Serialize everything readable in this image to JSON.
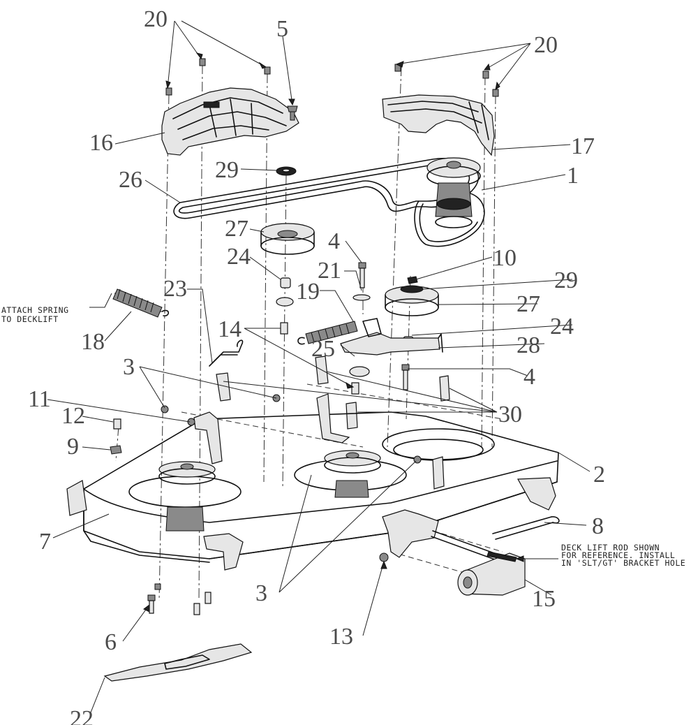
{
  "callouts": [
    {
      "id": "c20a",
      "text": "20"
    },
    {
      "id": "c5",
      "text": "5"
    },
    {
      "id": "c20b",
      "text": "20"
    },
    {
      "id": "c16",
      "text": "16"
    },
    {
      "id": "c17",
      "text": "17"
    },
    {
      "id": "c29a",
      "text": "29"
    },
    {
      "id": "c26",
      "text": "26"
    },
    {
      "id": "c1",
      "text": "1"
    },
    {
      "id": "c27a",
      "text": "27"
    },
    {
      "id": "c24a",
      "text": "24"
    },
    {
      "id": "c4a",
      "text": "4"
    },
    {
      "id": "c10",
      "text": "10"
    },
    {
      "id": "c21",
      "text": "21"
    },
    {
      "id": "c29b",
      "text": "29"
    },
    {
      "id": "c23",
      "text": "23"
    },
    {
      "id": "c19",
      "text": "19"
    },
    {
      "id": "c27b",
      "text": "27"
    },
    {
      "id": "c18",
      "text": "18"
    },
    {
      "id": "c14",
      "text": "14"
    },
    {
      "id": "c24b",
      "text": "24"
    },
    {
      "id": "c25",
      "text": "25"
    },
    {
      "id": "c28",
      "text": "28"
    },
    {
      "id": "c3a",
      "text": "3"
    },
    {
      "id": "c4b",
      "text": "4"
    },
    {
      "id": "c11",
      "text": "11"
    },
    {
      "id": "c30",
      "text": "30"
    },
    {
      "id": "c12",
      "text": "12"
    },
    {
      "id": "c9",
      "text": "9"
    },
    {
      "id": "c2",
      "text": "2"
    },
    {
      "id": "c8",
      "text": "8"
    },
    {
      "id": "c7",
      "text": "7"
    },
    {
      "id": "c3b",
      "text": "3"
    },
    {
      "id": "c15",
      "text": "15"
    },
    {
      "id": "c13",
      "text": "13"
    },
    {
      "id": "c6",
      "text": "6"
    },
    {
      "id": "c22",
      "text": "22"
    }
  ],
  "notes": {
    "spring": [
      "ATTACH SPRING",
      "TO DECKLIFT"
    ],
    "lift_rod": [
      "DECK LIFT ROD SHOWN",
      "FOR REFERENCE. INSTALL",
      "IN 'SLT/GT' BRACKET HOLE"
    ]
  }
}
